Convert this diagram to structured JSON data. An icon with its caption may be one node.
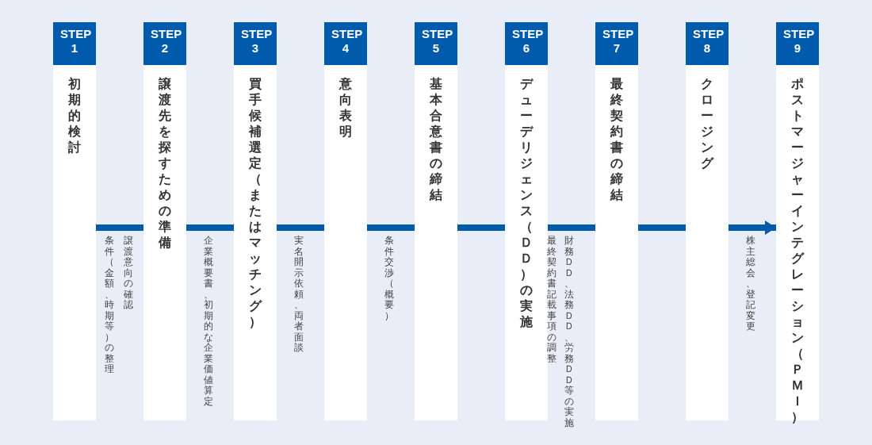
{
  "diagram": {
    "nodes": [
      {
        "text": [
          "STEP 1",
          "初期的検討"
        ]
      },
      {
        "text": [
          "STEP 2",
          "譲渡先を探すための準備"
        ]
      },
      {
        "text": [
          "STEP 3",
          "買手候補選定（またはマッチング）"
        ]
      },
      {
        "text": [
          "STEP 4",
          "意向表明"
        ]
      },
      {
        "text": [
          "STEP 5",
          "基本合意書の締結"
        ]
      },
      {
        "text": [
          "STEP 6",
          "デューデリジェンス（ＤＤ）の実施"
        ]
      },
      {
        "text": [
          "STEP 7",
          "最終契約書の締結"
        ]
      },
      {
        "text": [
          "STEP 8",
          "クロージング"
        ]
      },
      {
        "text": [
          "STEP 9",
          "ポストマージャーインテグレーション（ＰＭＩ）"
        ]
      }
    ],
    "edges": [
      {
        "from": 0,
        "to": 1,
        "arrow": "none"
      },
      {
        "from": 1,
        "to": 2,
        "arrow": "none"
      },
      {
        "from": 2,
        "to": 3,
        "arrow": "none"
      },
      {
        "from": 3,
        "to": 4,
        "arrow": "none"
      },
      {
        "from": 4,
        "to": 5,
        "arrow": "none"
      },
      {
        "from": 5,
        "to": 6,
        "arrow": "none"
      },
      {
        "from": 6,
        "to": 7,
        "arrow": "none"
      },
      {
        "from": 7,
        "to": 8,
        "arrow": "to"
      }
    ],
    "labels": [
      "譲渡意向の確認",
      "条件（金額、時期等）の整理",
      "企業概要書、初期的な企業価値算定",
      "実名開示依頼、両者面談",
      "条件交渉（概要）",
      "財務ＤＤ、法務ＤＤ、労務ＤＤ等の実施",
      "最終契約書記載事項の調整",
      "株主総会、登記変更"
    ]
  }
}
